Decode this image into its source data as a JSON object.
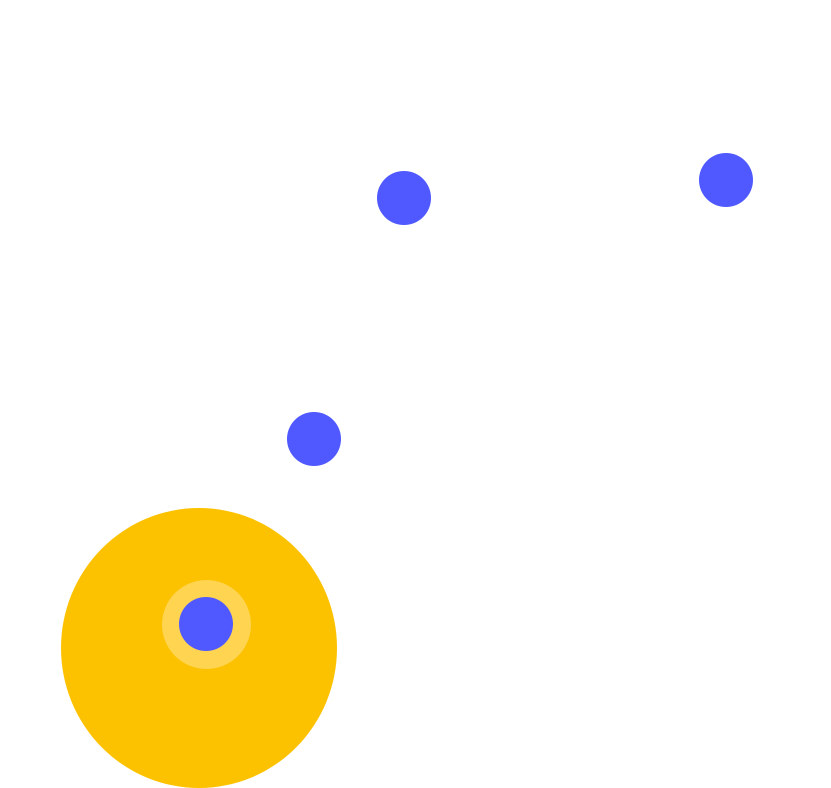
{
  "colors": {
    "background": "#ffffff",
    "dot": "#5059ff",
    "target_zone": "#fcc200",
    "player_halo": "#ffd451"
  },
  "elements": {
    "dots": [
      {
        "name": "game-dot-1",
        "shape": "circle"
      },
      {
        "name": "game-dot-2",
        "shape": "circle"
      },
      {
        "name": "game-dot-3",
        "shape": "circle"
      }
    ],
    "target_zone": {
      "shape": "circle"
    },
    "player": {
      "shape": "circle",
      "state": "inside-target"
    }
  }
}
